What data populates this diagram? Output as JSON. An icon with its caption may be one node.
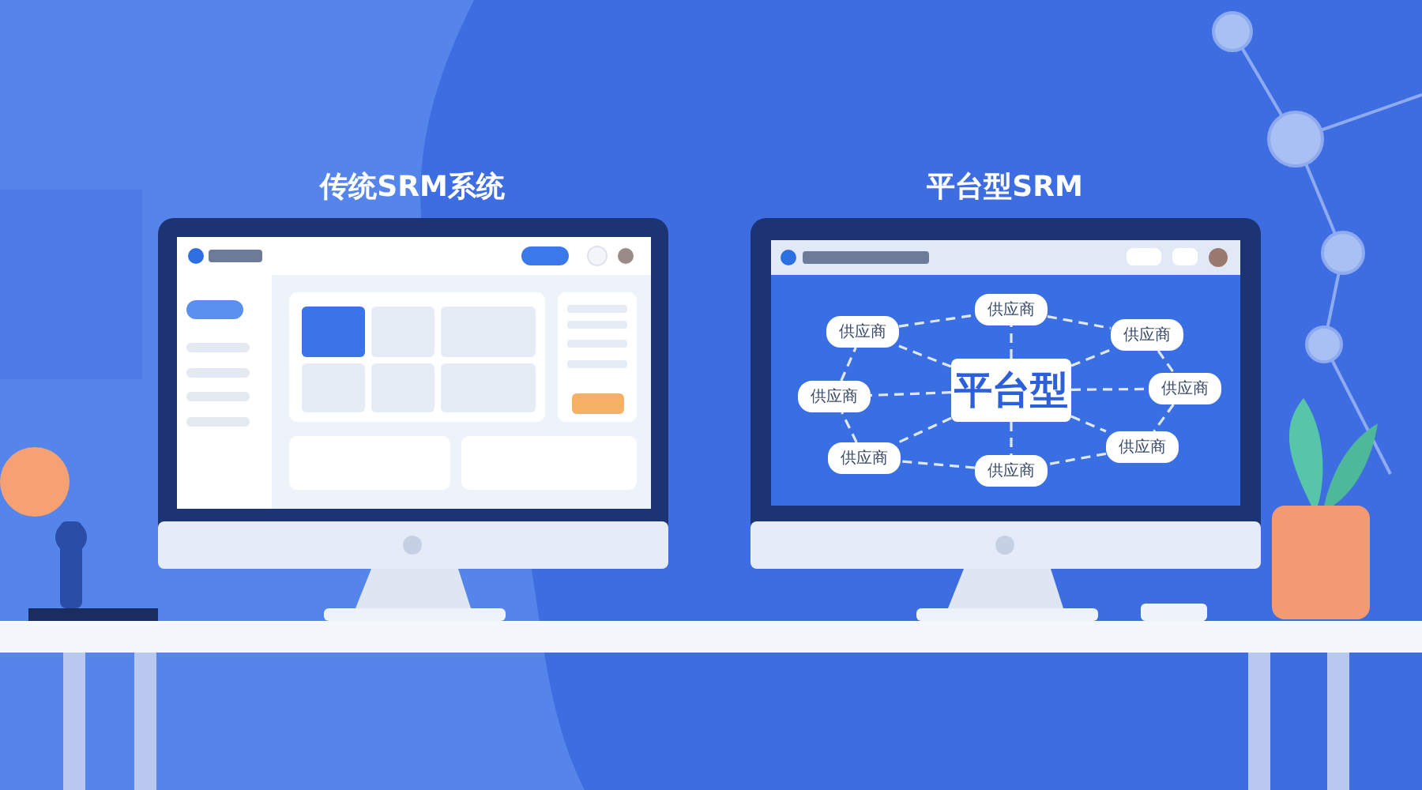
{
  "diagram": {
    "nodes": [
      {
        "text": [
          "供应商"
        ]
      },
      {
        "text": [
          "供应商"
        ]
      },
      {
        "text": [
          "供应商"
        ]
      },
      {
        "text": [
          "供应商"
        ]
      },
      {
        "text": [
          "平台型"
        ]
      },
      {
        "text": [
          "供应商"
        ]
      },
      {
        "text": [
          "供应商"
        ]
      },
      {
        "text": [
          "供应商"
        ]
      },
      {
        "text": [
          "供应商"
        ]
      }
    ],
    "edges": [
      {
        "from": 4,
        "to": 0,
        "arrow": "none",
        "style": "dashed"
      },
      {
        "from": 4,
        "to": 1,
        "arrow": "none",
        "style": "dashed"
      },
      {
        "from": 4,
        "to": 2,
        "arrow": "none",
        "style": "dashed"
      },
      {
        "from": 4,
        "to": 3,
        "arrow": "none",
        "style": "dashed"
      },
      {
        "from": 4,
        "to": 5,
        "arrow": "none",
        "style": "dashed"
      },
      {
        "from": 4,
        "to": 6,
        "arrow": "none",
        "style": "dashed"
      },
      {
        "from": 4,
        "to": 7,
        "arrow": "none",
        "style": "dashed"
      },
      {
        "from": 4,
        "to": 8,
        "arrow": "none",
        "style": "dashed"
      },
      {
        "from": 1,
        "to": 0,
        "arrow": "none",
        "style": "dashed"
      },
      {
        "from": 0,
        "to": 2,
        "arrow": "none",
        "style": "dashed"
      },
      {
        "from": 2,
        "to": 5,
        "arrow": "none",
        "style": "dashed"
      },
      {
        "from": 5,
        "to": 7,
        "arrow": "none",
        "style": "dashed"
      },
      {
        "from": 7,
        "to": 8,
        "arrow": "none",
        "style": "dashed"
      },
      {
        "from": 8,
        "to": 6,
        "arrow": "none",
        "style": "dashed"
      },
      {
        "from": 6,
        "to": 3,
        "arrow": "none",
        "style": "dashed"
      },
      {
        "from": 3,
        "to": 1,
        "arrow": "none",
        "style": "dashed"
      }
    ],
    "labels": [
      "传统SRM系统",
      "平台型SRM"
    ]
  }
}
